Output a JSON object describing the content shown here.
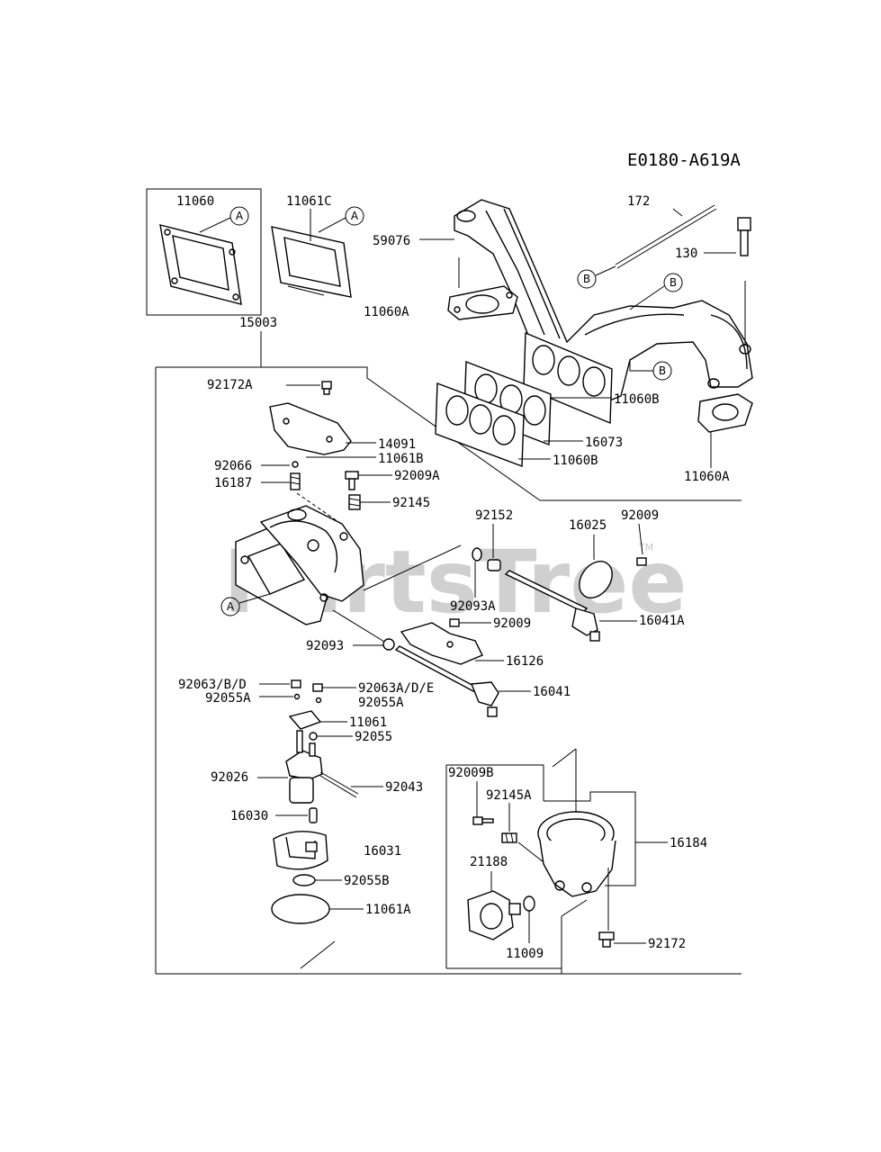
{
  "diagram": {
    "code": "E0180-A619A",
    "watermark": "PartsTree",
    "watermark_tm": "TM",
    "ref_markers": {
      "a": "A",
      "b": "B"
    },
    "parts": {
      "p11060": "11060",
      "p11061c": "11061C",
      "p11060a_top": "11060A",
      "p15003": "15003",
      "p172": "172",
      "p59076": "59076",
      "p130": "130",
      "p11060b_1": "11060B",
      "p16073": "16073",
      "p11060b_2": "11060B",
      "p11060a_right": "11060A",
      "p92172a": "92172A",
      "p14091": "14091",
      "p11061b": "11061B",
      "p92066": "92066",
      "p92009a": "92009A",
      "p16187": "16187",
      "p92145": "92145",
      "p92152": "92152",
      "p92009_top": "92009",
      "p16025": "16025",
      "p92093a": "92093A",
      "p16041a": "16041A",
      "p92009_mid": "92009",
      "p92093": "92093",
      "p16126": "16126",
      "p92063bd": "92063/B/D",
      "p92063ade": "92063A/D/E",
      "p16041": "16041",
      "p92055a_left": "92055A",
      "p92055a_right": "92055A",
      "p11061": "11061",
      "p92055": "92055",
      "p92026": "92026",
      "p92043": "92043",
      "p92009b": "92009B",
      "p92145a": "92145A",
      "p16030": "16030",
      "p16184": "16184",
      "p16031": "16031",
      "p21188": "21188",
      "p92055b": "92055B",
      "p11061a": "11061A",
      "p92172": "92172",
      "p11009": "11009"
    }
  }
}
